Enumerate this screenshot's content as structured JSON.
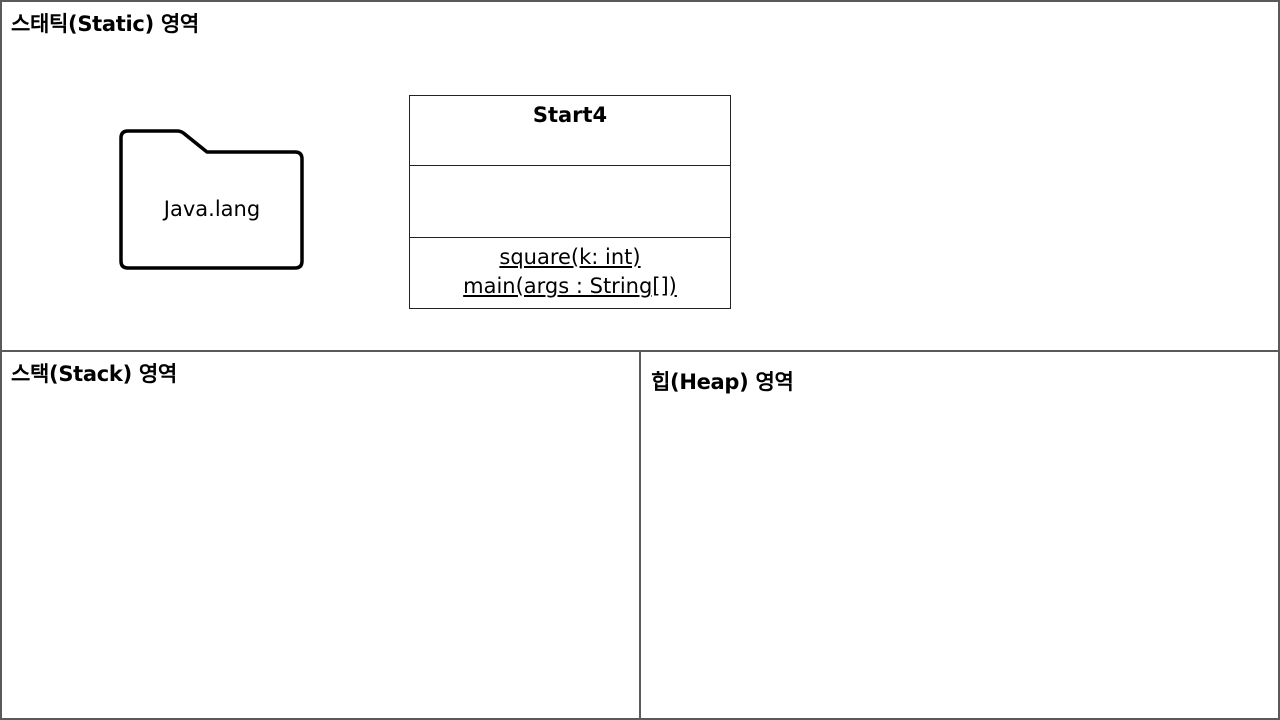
{
  "regions": {
    "static": {
      "title": "스태틱(Static) 영역"
    },
    "stack": {
      "title": "스택(Stack) 영역"
    },
    "heap": {
      "title": "힙(Heap) 영역"
    }
  },
  "package": {
    "name": "Java.lang"
  },
  "class": {
    "name": "Start4",
    "attributes": [],
    "operations": [
      "square(k: int)",
      "main(args : String[])"
    ]
  }
}
